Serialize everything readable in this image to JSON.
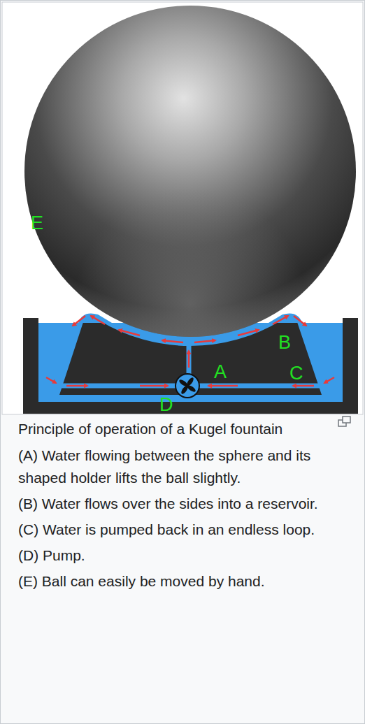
{
  "diagram": {
    "caption": "Principle of operation of a Kugel fountain",
    "labels": [
      "E",
      "B",
      "A",
      "C",
      "D",
      "(A) Water flowing between the sphere and its shaped holder lifts the ball slightly.",
      "(B) Water flows over the sides into a reservoir.",
      "(C) Water is pumped back in an endless loop.",
      "(D) Pump.",
      "(E) Ball can easily be moved by hand."
    ]
  }
}
